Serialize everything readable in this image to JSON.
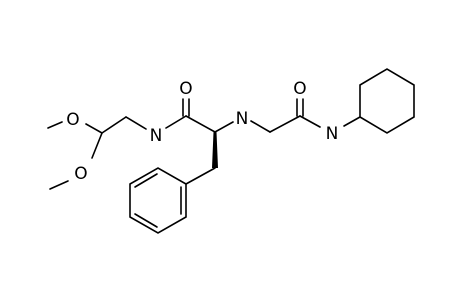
{
  "atoms": {
    "methoxy_o_upper": "O",
    "methoxy_o_lower": "O",
    "amide_n_left": "N",
    "carbonyl_o_left": "O",
    "amine_n": "N",
    "carbonyl_o_right": "O",
    "amide_n_right": "N"
  },
  "colors": {
    "bond": "#000000",
    "label": "#000000",
    "background": "#ffffff"
  }
}
